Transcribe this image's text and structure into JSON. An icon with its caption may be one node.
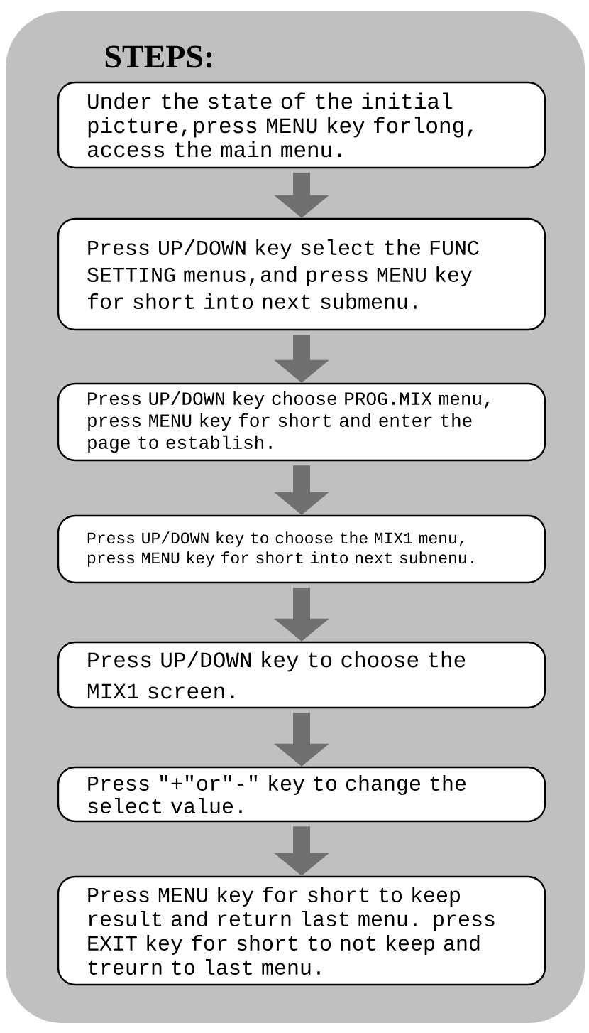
{
  "diagram": {
    "title": "STEPS:",
    "nodes": [
      {
        "text": [
          "Under the state of the initial picture,press MENU key forlong, access the main menu."
        ]
      },
      {
        "text": [
          "Press UP/DOWN key select the FUNC SETTING menus,and press MENU key for short into next submenu."
        ]
      },
      {
        "text": [
          "Press UP/DOWN key choose PROG.MIX  menu, press MENU key for short and enter the page to establish."
        ]
      },
      {
        "text": [
          "Press UP/DOWN key to choose the MIX1  menu, press MENU key for short into next subnenu."
        ]
      },
      {
        "text": [
          "Press UP/DOWN key to choose the MIX1 screen."
        ]
      },
      {
        "text": [
          "Press \"+\"or\"-\" key to change the select value."
        ]
      },
      {
        "text": [
          "Press MENU key for short to keep result and return last menu. press EXIT key for short to not keep and  treurn to last menu."
        ]
      }
    ],
    "edges": [
      {
        "from": 0,
        "to": 1,
        "arrow": "to"
      },
      {
        "from": 1,
        "to": 2,
        "arrow": "to"
      },
      {
        "from": 2,
        "to": 3,
        "arrow": "to"
      },
      {
        "from": 3,
        "to": 4,
        "arrow": "to"
      },
      {
        "from": 4,
        "to": 5,
        "arrow": "to"
      },
      {
        "from": 5,
        "to": 6,
        "arrow": "to"
      }
    ]
  }
}
